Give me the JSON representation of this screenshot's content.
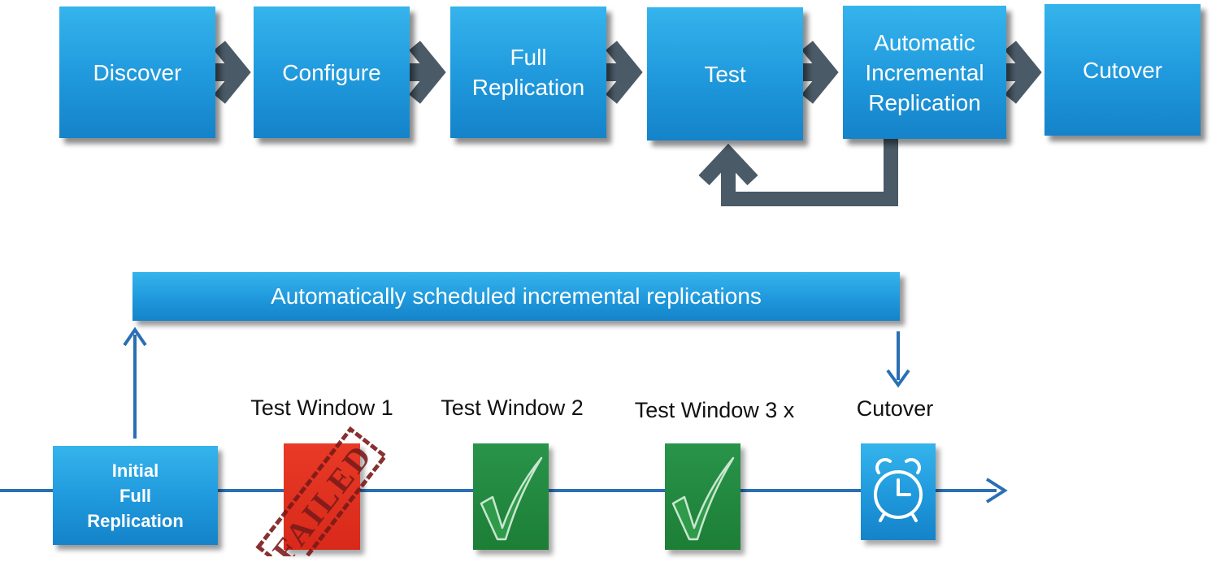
{
  "flow": {
    "steps": [
      {
        "label": "Discover"
      },
      {
        "label": "Configure"
      },
      {
        "label": "Full\nReplication"
      },
      {
        "label": "Test"
      },
      {
        "label": "Automatic\nIncremental\nReplication"
      },
      {
        "label": "Cutover"
      }
    ]
  },
  "timeline": {
    "banner_label": "Automatically scheduled incremental replications",
    "initial_label": "Initial\nFull\nReplication",
    "windows": [
      {
        "label": "Test Window 1",
        "status": "failed",
        "stamp": "FAILED"
      },
      {
        "label": "Test Window 2",
        "status": "passed"
      },
      {
        "label": "Test Window 3 x",
        "status": "passed"
      },
      {
        "label": "Cutover",
        "status": "cutover"
      }
    ]
  },
  "colors": {
    "box_blue": "#1f98dc",
    "arrow_slate": "#4a5a66",
    "timeline_blue": "#2a6fb4",
    "failed_red": "#e1301f",
    "passed_green": "#218a3c",
    "stamp_maroon": "#7a1a1a"
  }
}
